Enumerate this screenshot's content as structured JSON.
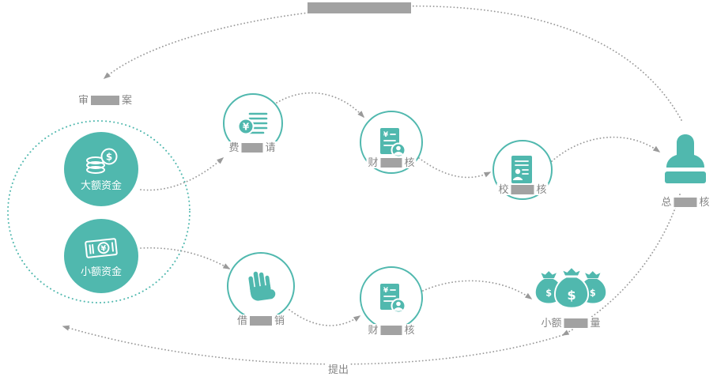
{
  "colors": {
    "teal": "#50b8ae",
    "arrow_gray": "#9a9a9a",
    "redaction_gray": "#a2a2a2",
    "label_gray": "#858585"
  },
  "banner": {
    "redacted": true
  },
  "funds_group": {
    "title": {
      "prefix": "审",
      "suffix": "案"
    },
    "large_funds": {
      "label": "大额资金"
    },
    "small_funds": {
      "label": "小额资金"
    }
  },
  "approval_flow": {
    "expense_apply": {
      "prefix": "费",
      "suffix": "请"
    },
    "finance_audit": {
      "prefix": "财",
      "suffix": "核"
    },
    "review_audit": {
      "prefix": "校",
      "suffix": "核"
    },
    "final_audit": {
      "prefix": "总",
      "suffix": "核"
    }
  },
  "reimburse_flow": {
    "loan_reimburse": {
      "prefix": "借",
      "suffix": "销"
    },
    "finance_audit": {
      "prefix": "财",
      "suffix": "核"
    },
    "petty_cash": {
      "prefix": "小额",
      "suffix": "量"
    }
  },
  "edge_labels": {
    "bottom_curve": "提出"
  },
  "icon_glyphs": {
    "yen": "¥",
    "dollar": "$"
  }
}
